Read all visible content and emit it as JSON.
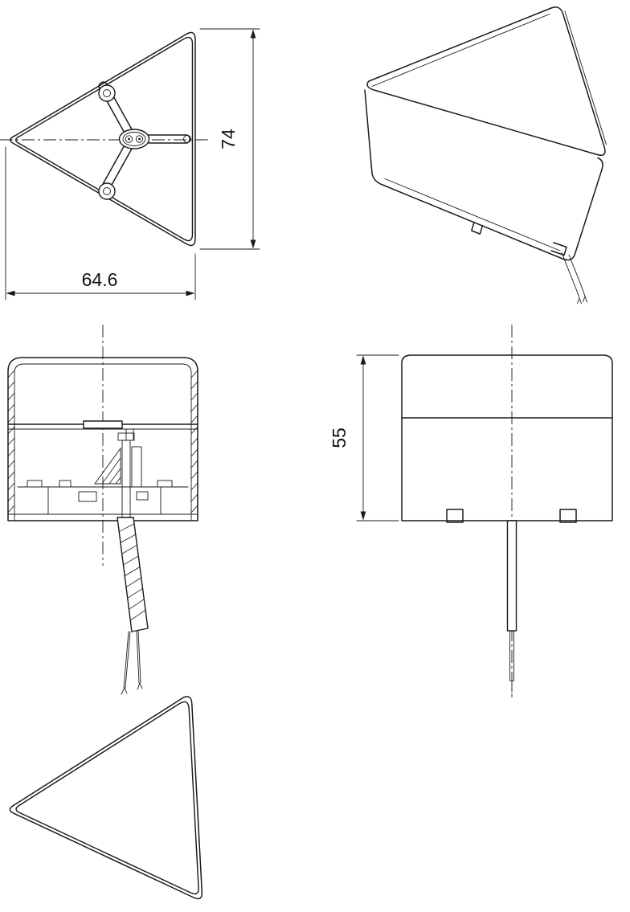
{
  "drawing": {
    "labels": {
      "top_height": "74",
      "top_width": "64.6",
      "side_height": "55"
    },
    "colors": {
      "line": "#1a1a1a",
      "background": "#ffffff"
    }
  }
}
